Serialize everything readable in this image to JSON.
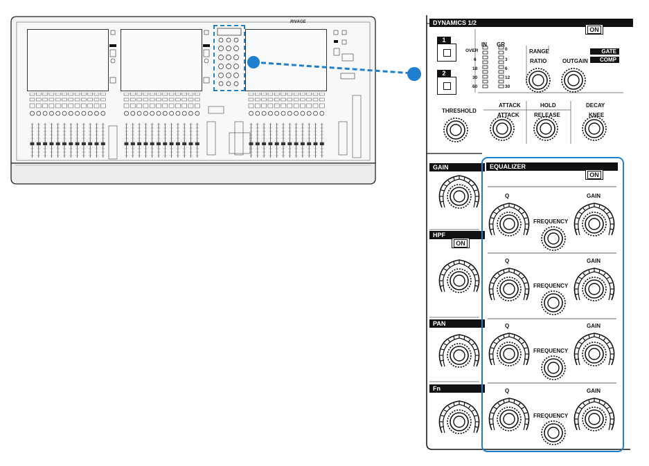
{
  "console": {
    "brand": "RIVAGE"
  },
  "dynamics": {
    "title": "DYNAMICS 1/2",
    "on_label": "ON",
    "key1": "1",
    "key2": "2",
    "meter_in": "IN",
    "meter_gr": "GR",
    "in_scale": [
      "OVER",
      "6",
      "18",
      "30",
      "60"
    ],
    "gr_scale": [
      "0",
      "3",
      "6",
      "12",
      "30"
    ],
    "range": "RANGE",
    "ratio": "RATIO",
    "outgain": "OUTGAIN",
    "gate": "GATE",
    "comp": "COMP",
    "threshold": "THRESHOLD",
    "attack_top": "ATTACK",
    "attack": "ATTACK",
    "hold": "HOLD",
    "release": "RELEASE",
    "decay": "DECAY",
    "knee": "KNEE"
  },
  "left": {
    "gain": "GAIN",
    "hpf": "HPF",
    "hpf_on": "ON",
    "pan": "PAN",
    "fn": "Fn"
  },
  "equalizer": {
    "title": "EQUALIZER",
    "on_label": "ON",
    "bands": [
      {
        "q": "Q",
        "frequency": "FREQUENCY",
        "gain": "GAIN"
      },
      {
        "q": "Q",
        "frequency": "FREQUENCY",
        "gain": "GAIN"
      },
      {
        "q": "Q",
        "frequency": "FREQUENCY",
        "gain": "GAIN"
      },
      {
        "q": "Q",
        "frequency": "FREQUENCY",
        "gain": "GAIN"
      }
    ]
  },
  "colors": {
    "highlight": "#1e7fd0",
    "panel_dark": "#111111",
    "console_gray": "#e9e9e9"
  }
}
